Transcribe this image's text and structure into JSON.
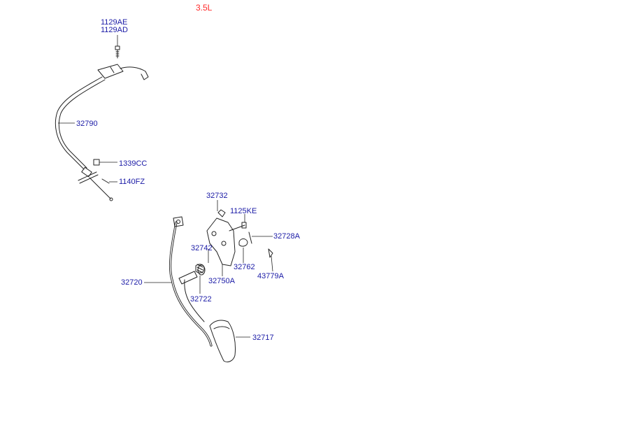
{
  "header": {
    "engine_label": "3.5L"
  },
  "callouts": {
    "c_1129ae": "1129AE",
    "c_1129ad": "1129AD",
    "c_32790": "32790",
    "c_1339cc": "1339CC",
    "c_1140fz": "1140FZ",
    "c_32732": "32732",
    "c_1125ke": "1125KE",
    "c_32728a": "32728A",
    "c_32742": "32742",
    "c_32762": "32762",
    "c_32750a": "32750A",
    "c_43779a": "43779A",
    "c_32720": "32720",
    "c_32722": "32722",
    "c_32717": "32717"
  },
  "colors": {
    "callout": "#1a1aa6",
    "engine_label": "#ff2a2a",
    "line": "#222222"
  }
}
